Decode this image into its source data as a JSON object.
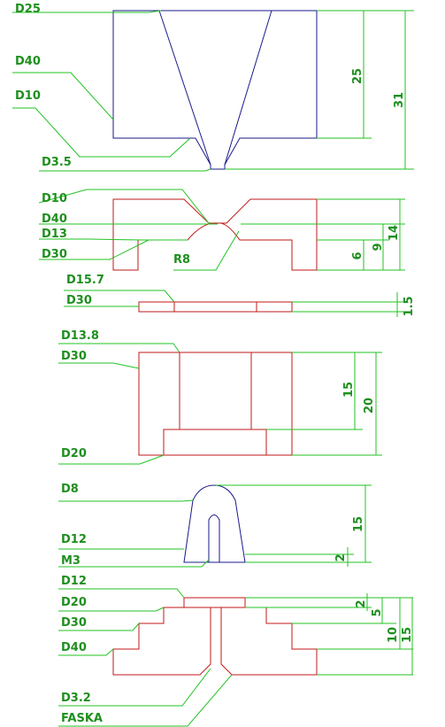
{
  "part1": {
    "labels": [
      "D25",
      "D40",
      "D10",
      "D3.5"
    ],
    "dims": [
      "25",
      "31"
    ]
  },
  "part2": {
    "labels": [
      "D10",
      "D40",
      "D13",
      "D30",
      "R8"
    ],
    "dims": [
      "14",
      "9",
      "6"
    ]
  },
  "part3": {
    "labels": [
      "D15.7",
      "D30"
    ],
    "dims": [
      "1.5"
    ]
  },
  "part4": {
    "labels": [
      "D13.8",
      "D30",
      "D20"
    ],
    "dims": [
      "15",
      "20"
    ]
  },
  "part5": {
    "labels": [
      "D8",
      "D12",
      "M3"
    ],
    "dims": [
      "15",
      "2"
    ]
  },
  "part6": {
    "labels": [
      "D12",
      "D20",
      "D30",
      "D40",
      "D3.2",
      "FASKA"
    ],
    "dims": [
      "2",
      "5",
      "10",
      "15"
    ]
  },
  "colors": {
    "dimension": "#22c322",
    "part_red": "#c21a1a",
    "part_blue": "#1a1a8c",
    "text": "#1f8f1f"
  }
}
